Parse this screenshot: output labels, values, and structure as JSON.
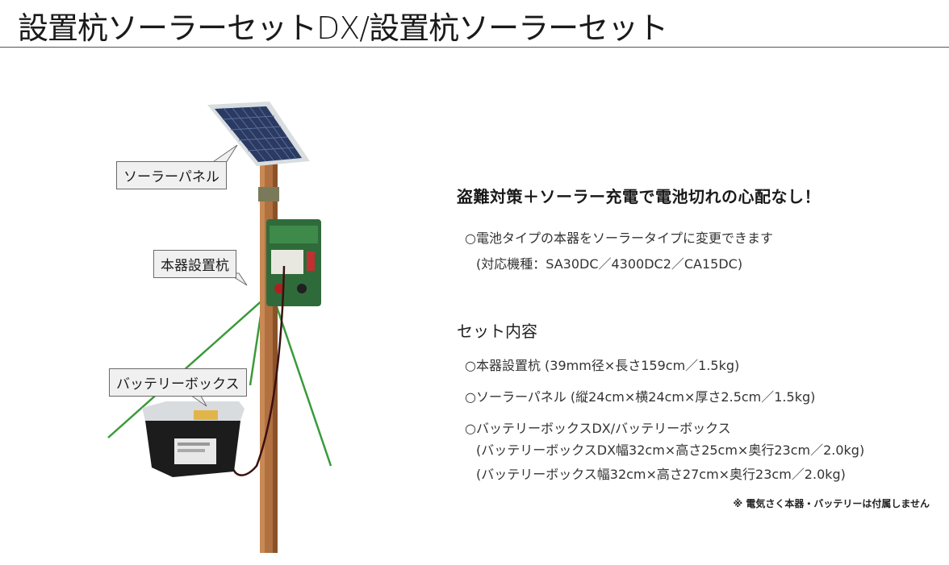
{
  "page": {
    "title": "設置杭ソーラーセットDX/設置杭ソーラーセット"
  },
  "labels": {
    "solar_panel": "ソーラーパネル",
    "device_stake": "本器設置杭",
    "battery_box": "バッテリーボックス"
  },
  "feature": {
    "heading": "盗難対策＋ソーラー充電で電池切れの心配なし！",
    "line1": "○電池タイプの本器をソーラータイプに変更できます",
    "line2": "(対応機種：SA30DC／4300DC2／CA15DC)"
  },
  "contents": {
    "heading": "セット内容",
    "item1": "○本器設置杭 (39mm径×長さ159cm／1.5kg)",
    "item2": "○ソーラーパネル (縦24cm×横24cm×厚さ2.5cm／1.5kg)",
    "item3": "○バッテリーボックスDX/バッテリーボックス",
    "item3_detail1": "(バッテリーボックスDX幅32cm×高さ25cm×奥行23cm／2.0kg)",
    "item3_detail2": "(バッテリーボックス幅32cm×高さ27cm×奥行23cm／2.0kg)"
  },
  "note": "※ 電気さく本器・バッテリーは付属しません"
}
